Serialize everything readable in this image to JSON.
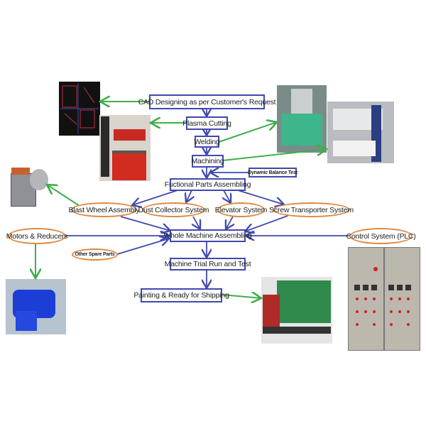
{
  "process": {
    "cad": "CAD Designing as per Customer's Request",
    "plasma": "Plasma Cutting",
    "welding": "Welding",
    "machining": "Machining",
    "dynamic_balance": "Dynamic Balance Test",
    "functional": "Fuctional Parts Assembling",
    "whole": "Whole Machine Assembling",
    "trial": "Machine Trial Run and Test",
    "painting": "Painting & Ready for Shipping"
  },
  "components": {
    "blast_wheel": "Blast Wheel Assembly",
    "dust_collector": "Dust Collector System",
    "elevator": "Elevator System",
    "screw": "Screw Transporter System",
    "motors": "Motors & Reducers",
    "spare": "Other Spare Parts",
    "control": "Control System (PLC)"
  },
  "colors": {
    "flow_arrow": "#3f48b0",
    "photo_arrow": "#3fae4a",
    "box_border": "#3f48b0",
    "ellipse_border": "#e0873c"
  },
  "photos": [
    "cad-drawing",
    "plasma-cutter",
    "blast-wheel",
    "welding-machine",
    "press-brake",
    "gear-reducer",
    "container-truck",
    "control-cabinet"
  ]
}
